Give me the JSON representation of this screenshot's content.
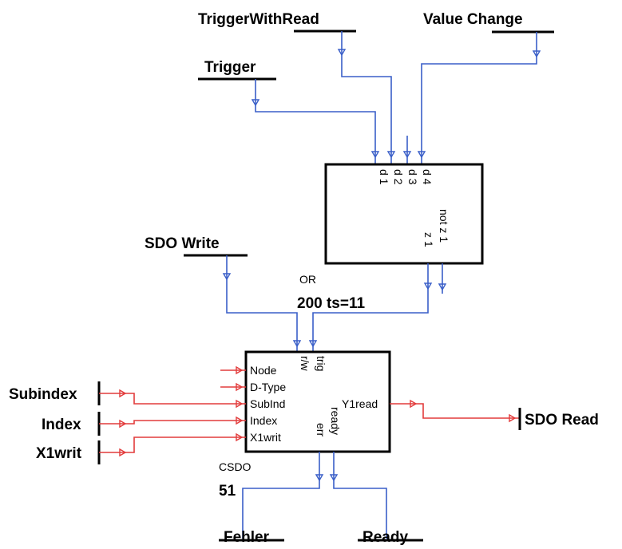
{
  "inputs_top": {
    "trigger_with_read": "TriggerWithRead",
    "value_change": "Value Change",
    "trigger": "Trigger",
    "sdo_write": "SDO Write"
  },
  "inputs_left": {
    "subindex": "Subindex",
    "index": "Index",
    "x1writ": "X1writ"
  },
  "outputs": {
    "sdo_read": "SDO Read",
    "fehler": "Fehler",
    "ready": "Ready"
  },
  "or_block": {
    "type": "OR",
    "info": "200 ts=11",
    "in_pins": [
      "d 1",
      "d 2",
      "d 3",
      "d 4"
    ],
    "out_pins": [
      "z 1",
      "not z 1"
    ]
  },
  "csdo_block": {
    "type": "CSDO",
    "number": "51",
    "left_pins": [
      "Node",
      "D-Type",
      "SubInd",
      "Index",
      "X1writ"
    ],
    "top_pins": [
      "r/w",
      "trig"
    ],
    "right_pins": [
      "Y1read"
    ],
    "bottom_pins": [
      "err",
      "ready"
    ]
  },
  "colors": {
    "signal_wire": "#3a5fc8",
    "data_wire": "#e23b3b",
    "block_border": "#000000"
  }
}
